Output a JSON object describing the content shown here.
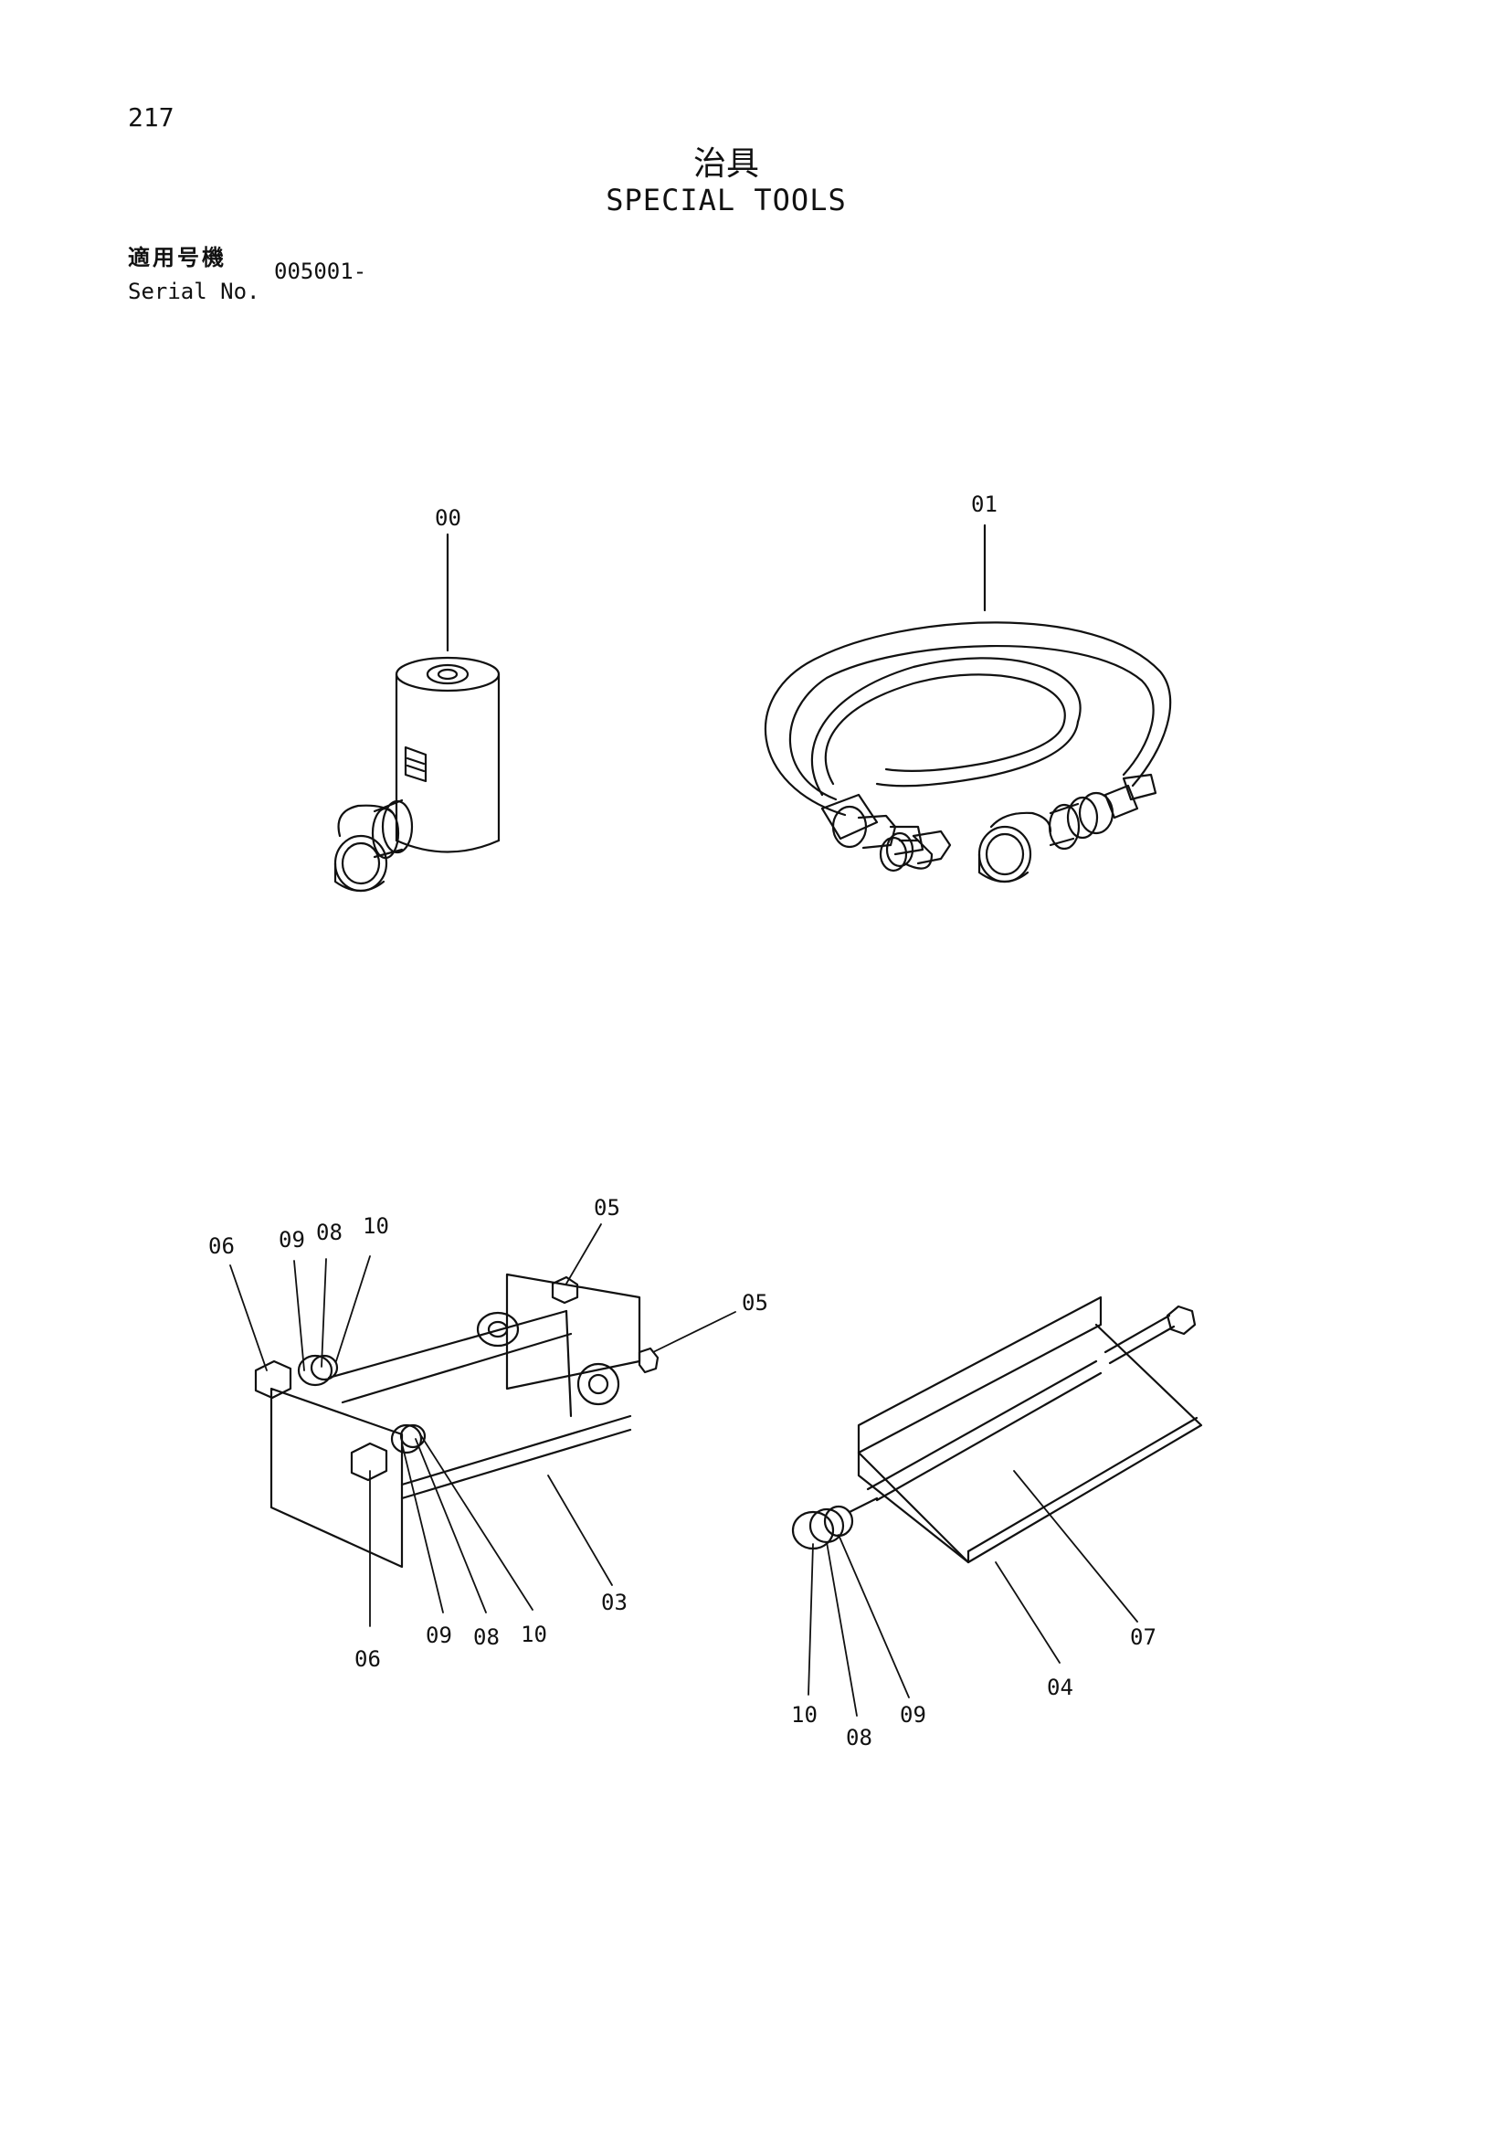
{
  "header": {
    "page_number": "217",
    "title_jp": "治具",
    "title_en": "SPECIAL TOOLS",
    "serial_label_jp": "適用号機",
    "serial_label_en": "Serial No.",
    "serial_value": "005001-"
  },
  "callouts": {
    "c00": "00",
    "c01": "01",
    "c05a": "05",
    "c05b": "05",
    "c06a": "06",
    "c09a": "09",
    "c08a": "08",
    "c10a": "10",
    "c06b": "06",
    "c09b": "09",
    "c08b": "08",
    "c10b": "10",
    "c03": "03",
    "c07": "07",
    "c04": "04",
    "c10c": "10",
    "c08c": "08",
    "c09c": "09"
  }
}
